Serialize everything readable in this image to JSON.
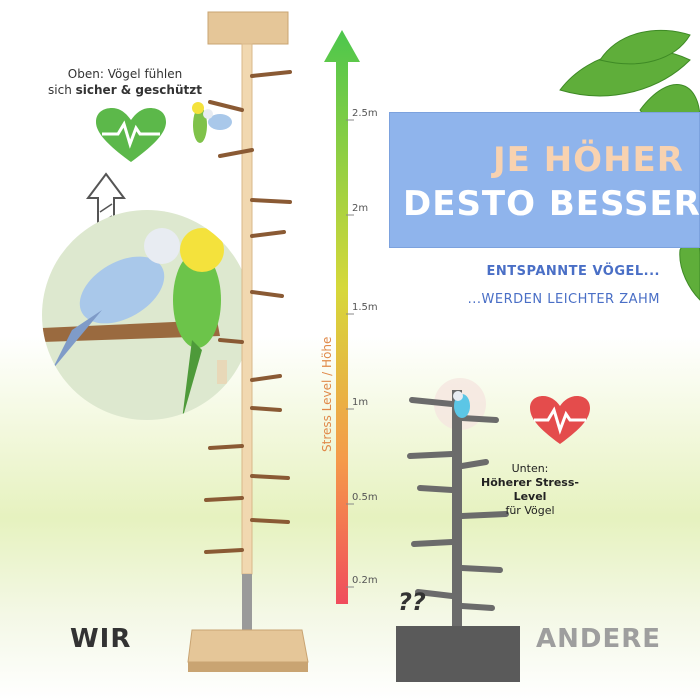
{
  "top_caption": {
    "line1": "Oben: Vögel fühlen",
    "line2_prefix": "sich ",
    "line2_bold": "sicher & geschützt"
  },
  "banner": {
    "line1": "JE HÖHER",
    "line2": "DESTO BESSER"
  },
  "tagline": {
    "line1": "ENTSPANNTE VÖGEL...",
    "line2": "...WERDEN LEICHTER ZAHM"
  },
  "bottom_caption": {
    "line1": "Unten:",
    "line2": "Höherer Stress- Level",
    "line3": "für Vögel"
  },
  "axis": {
    "label": "Stress Level / Höhe",
    "ticks": [
      "0.2m",
      "0.5m",
      "1m",
      "1.5m",
      "2m",
      "2.5m"
    ]
  },
  "labels": {
    "left": "WIR",
    "right": "ANDERE",
    "question": "??"
  },
  "colors": {
    "banner_bg": "#8fb4ec",
    "heart": "#5cb84a",
    "heart_red": "#e44c4c",
    "arrow_top": "#4cc64c",
    "arrow_bottom": "#f04c5c",
    "wood": "#e8c9a0",
    "gray_stand": "#6b6b6b"
  },
  "icons": [
    "heart-pulse-icon",
    "up-arrow-icon",
    "leaves-icon",
    "question-icon"
  ]
}
